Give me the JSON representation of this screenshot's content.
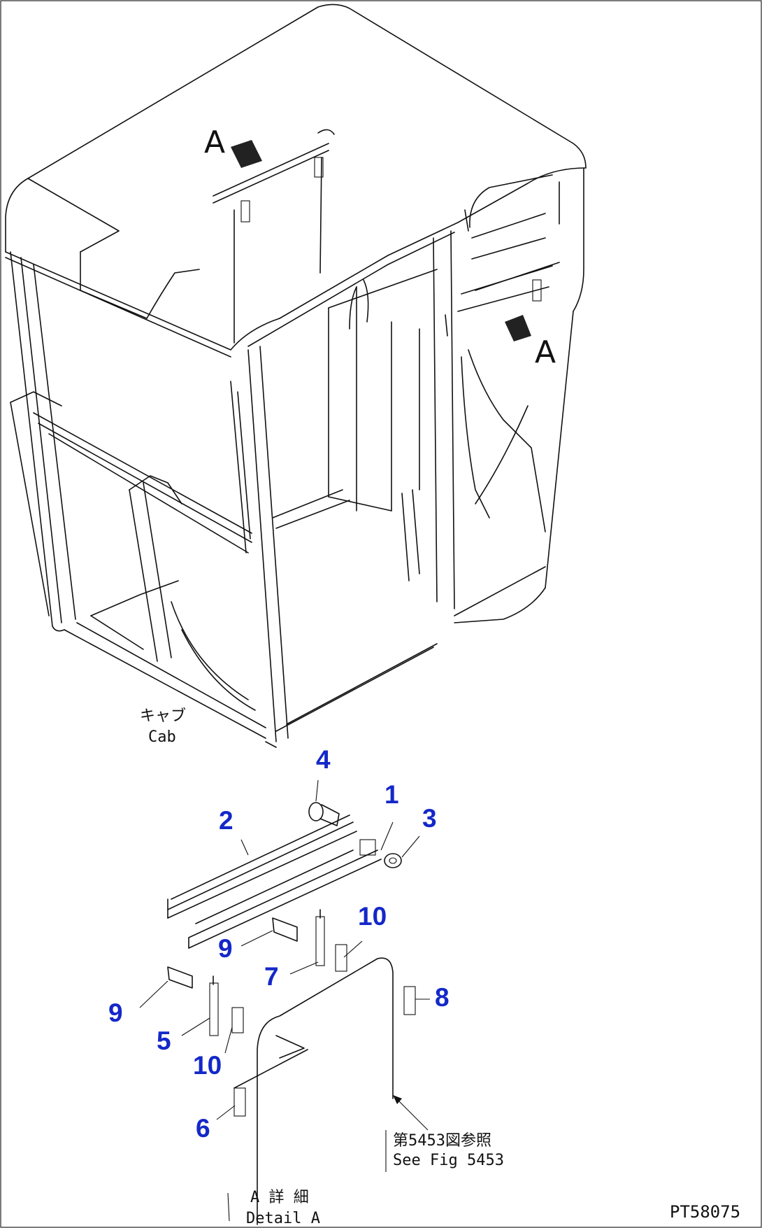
{
  "labels": {
    "view_a_top": "A",
    "view_a_right": "A",
    "cab_jp": "キャブ",
    "cab_en": "Cab",
    "see_fig_jp": "第5453図参照",
    "see_fig_en": "See Fig 5453",
    "detail_jp": "A 詳 細",
    "detail_en": "Detail A",
    "drawing_code": "PT58075"
  },
  "callouts": [
    "1",
    "2",
    "3",
    "4",
    "5",
    "6",
    "7",
    "8",
    "9",
    "9",
    "10",
    "10"
  ],
  "colors": {
    "callout": "#1428c8",
    "line": "#111111",
    "background": "#ffffff"
  }
}
